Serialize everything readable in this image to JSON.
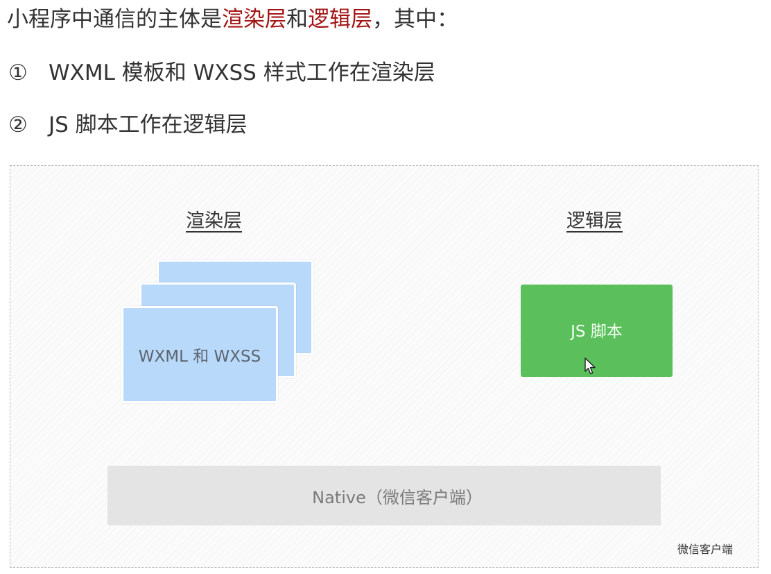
{
  "intro": {
    "prefix": "小程序中通信的主体是",
    "render_layer": "渲染层",
    "conjunction": "和",
    "logic_layer": "逻辑层",
    "suffix": "，其中："
  },
  "points": [
    {
      "marker": "①",
      "text": "WXML 模板和 WXSS 样式工作在渲染层"
    },
    {
      "marker": "②",
      "text": "JS 脚本工作在逻辑层"
    }
  ],
  "diagram": {
    "render_title": "渲染层",
    "logic_title": "逻辑层",
    "render_card_label": "WXML 和 WXSS",
    "logic_box_label": "JS 脚本",
    "native_label": "Native（微信客户端）",
    "frame_label": "微信客户端"
  },
  "colors": {
    "highlight": "#a31515",
    "render_card": "#b9d9fb",
    "logic_box": "#5bbf5b",
    "native_bar": "#e4e4e4"
  },
  "icons": {
    "cursor": "mouse-pointer-icon"
  }
}
